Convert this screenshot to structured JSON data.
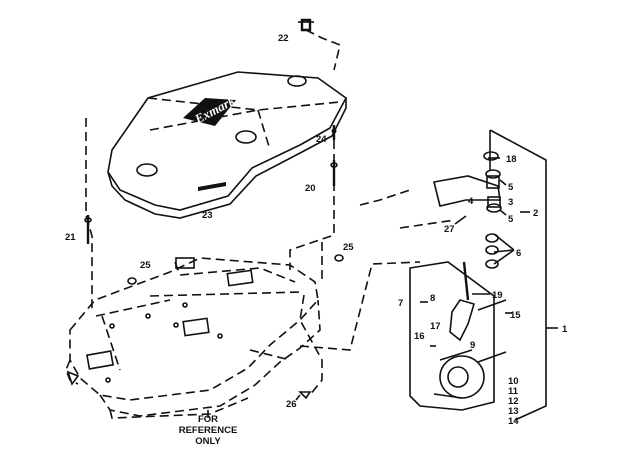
{
  "callouts": [
    "22",
    "18",
    "24",
    "20",
    "5",
    "3",
    "2",
    "23",
    "27",
    "5",
    "4",
    "21",
    "25",
    "6",
    "25",
    "7",
    "8",
    "19",
    "15",
    "17",
    "1",
    "16",
    "9",
    "26",
    "10",
    "11",
    "12",
    "13",
    "14"
  ],
  "note": [
    "FOR",
    "REFERENCE",
    "ONLY"
  ],
  "logo_text": "Exmark"
}
